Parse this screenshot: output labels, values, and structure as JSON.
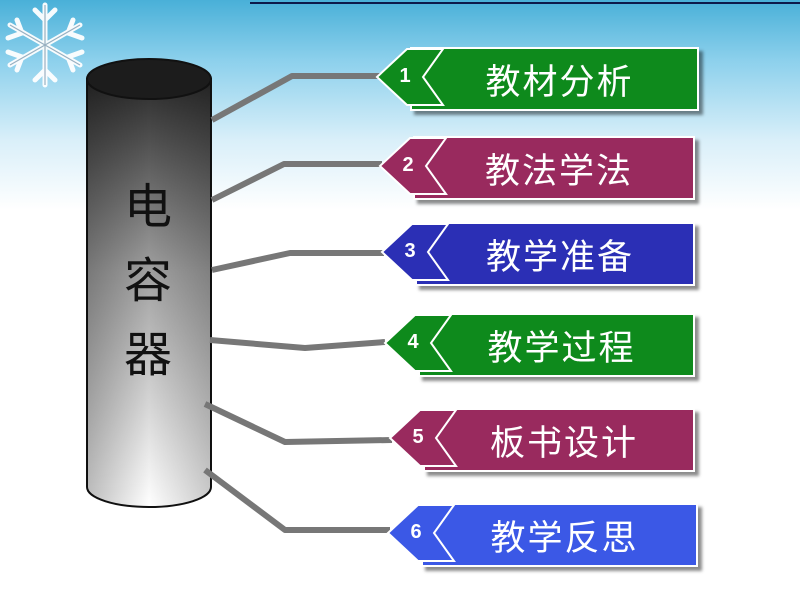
{
  "center": {
    "chars": [
      "电",
      "容",
      "器"
    ]
  },
  "items": [
    {
      "num": "1",
      "label": "教材分析",
      "color": "#0e8a1c"
    },
    {
      "num": "2",
      "label": "教法学法",
      "color": "#992a5e"
    },
    {
      "num": "3",
      "label": "教学准备",
      "color": "#2b2fb5"
    },
    {
      "num": "4",
      "label": "教学过程",
      "color": "#0e8a1c"
    },
    {
      "num": "5",
      "label": "板书设计",
      "color": "#992a5e"
    },
    {
      "num": "6",
      "label": "教学反思",
      "color": "#3b58e6"
    }
  ],
  "colors": {
    "connector": "#777777",
    "cylinder_top": "#2a2a2a",
    "cylinder_bottom": "#ffffff"
  }
}
